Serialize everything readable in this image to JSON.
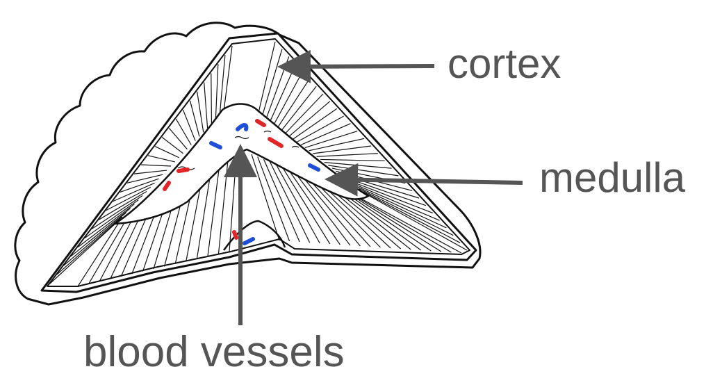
{
  "diagram": {
    "labels": {
      "cortex": "cortex",
      "medulla": "medulla",
      "blood_vessels": "blood vessels"
    },
    "colors": {
      "outline": "#111111",
      "arrow": "#555555",
      "label_text": "#555555",
      "vessel_red": "#e02626",
      "vessel_blue": "#1f4fd6",
      "background": "#ffffff"
    }
  }
}
